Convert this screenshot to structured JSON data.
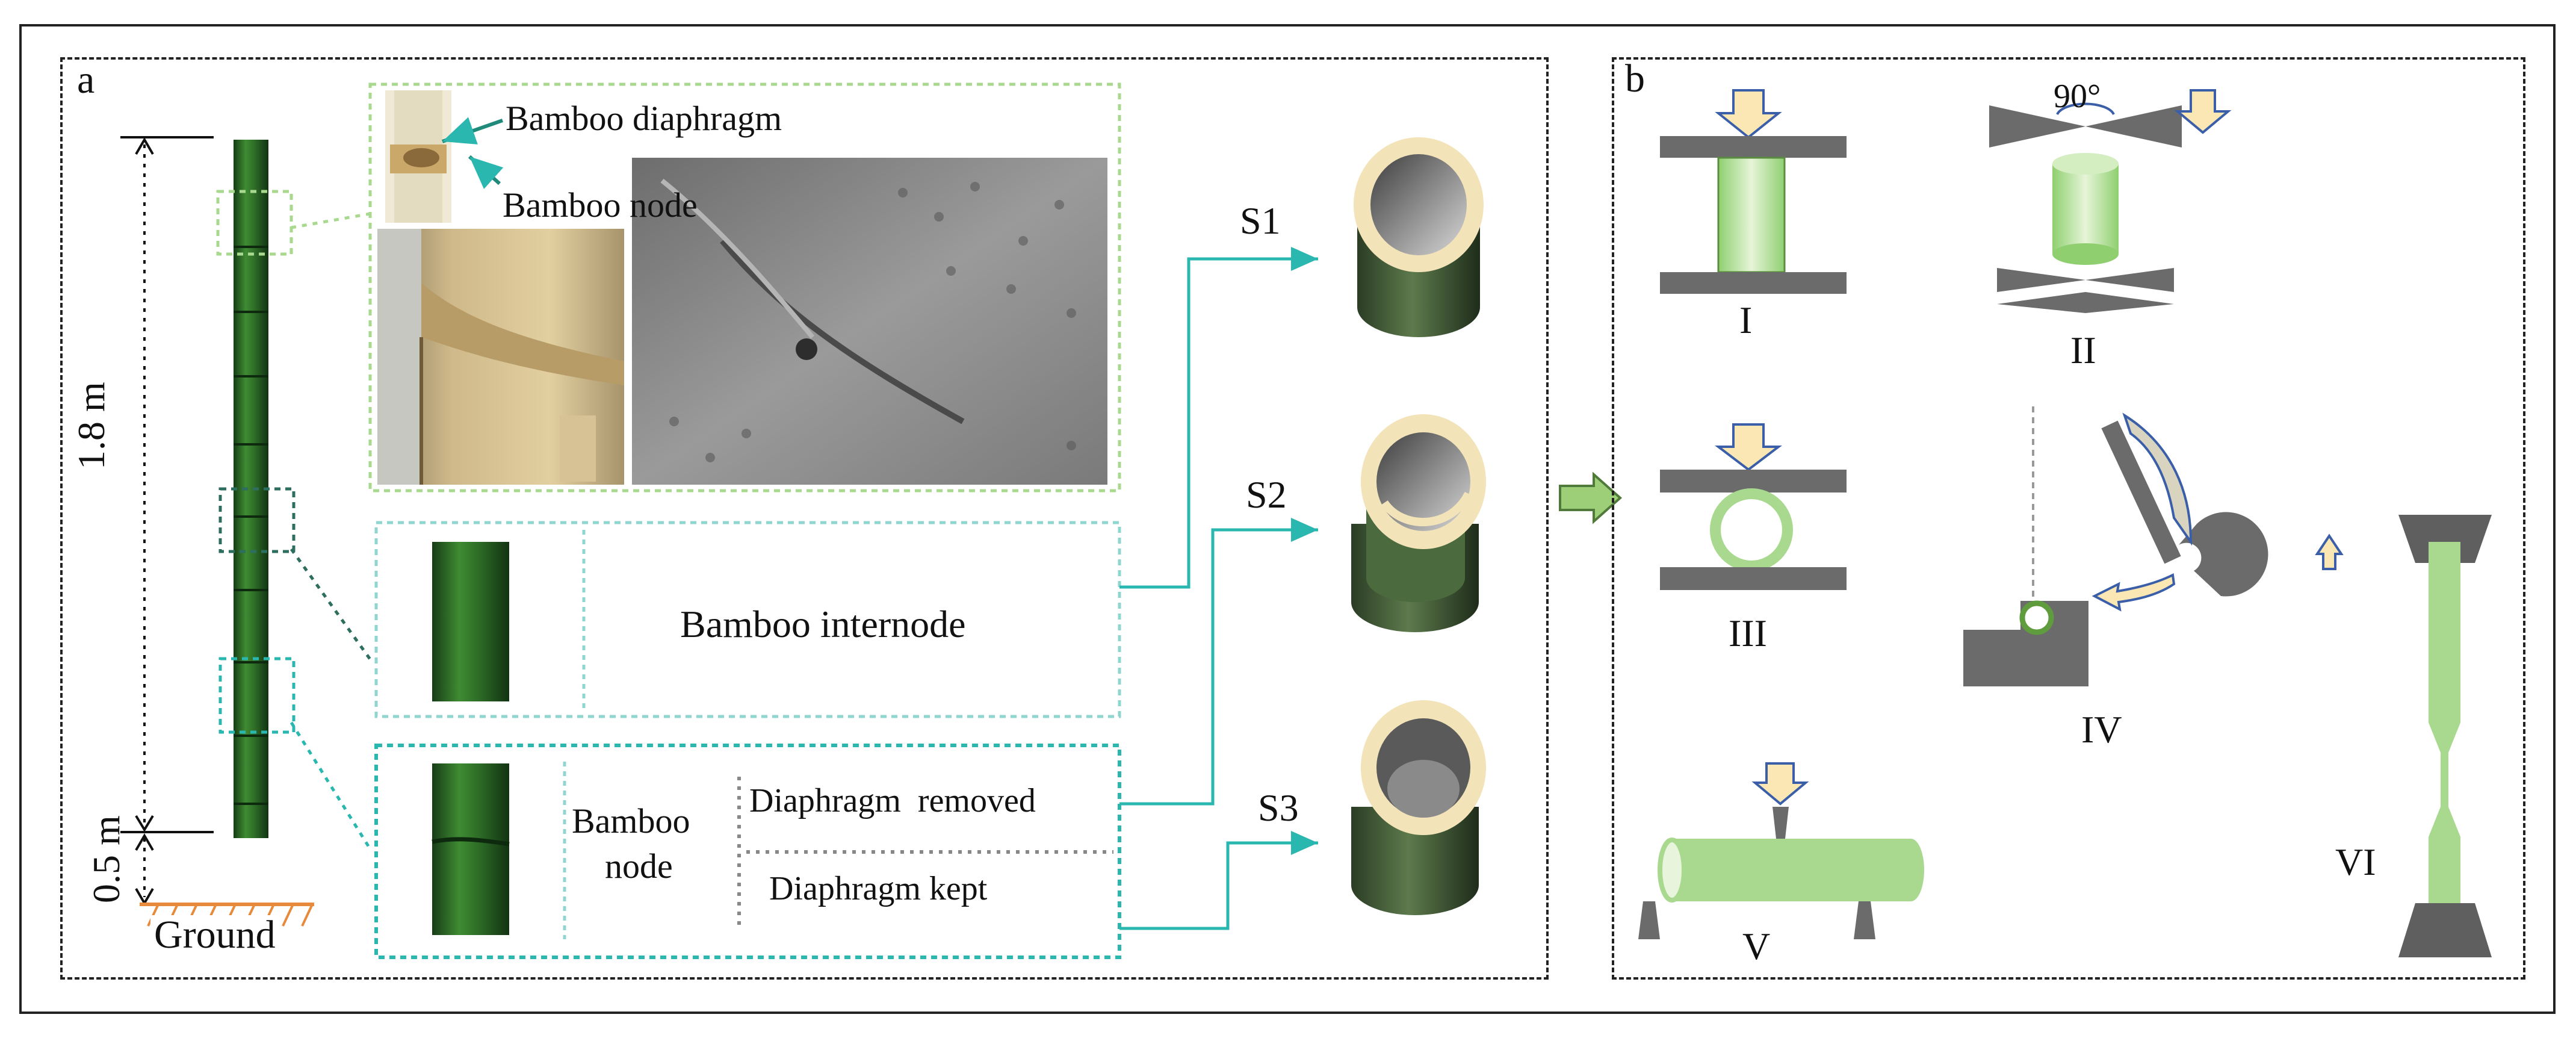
{
  "panel_a": {
    "label": "a",
    "height_total": "1.8 m",
    "height_base": "0.5 m",
    "ground": "Ground",
    "diaphragm_label": "Bamboo diaphragm",
    "node_label": "Bamboo node",
    "internode_label": "Bamboo internode",
    "node_box_label_line1": "Bamboo",
    "node_box_label_line2": "node",
    "diaphragm_removed": "Diaphragm  removed",
    "diaphragm_kept": "Diaphragm kept",
    "specimens": [
      "S1",
      "S2",
      "S3"
    ]
  },
  "panel_b": {
    "label": "b",
    "angle": "90°",
    "tests": [
      "I",
      "II",
      "III",
      "IV",
      "V",
      "VI"
    ]
  },
  "colors": {
    "bamboo_green": "#2f6b2c",
    "accent_teal": "#2ab7b0",
    "light_green": "#a8d98e",
    "beige": "#f3e3b8",
    "dark_grey": "#6b6b6b",
    "arrow_fill": "#fbe7b3",
    "arrow_stroke": "#3a5fa8"
  }
}
